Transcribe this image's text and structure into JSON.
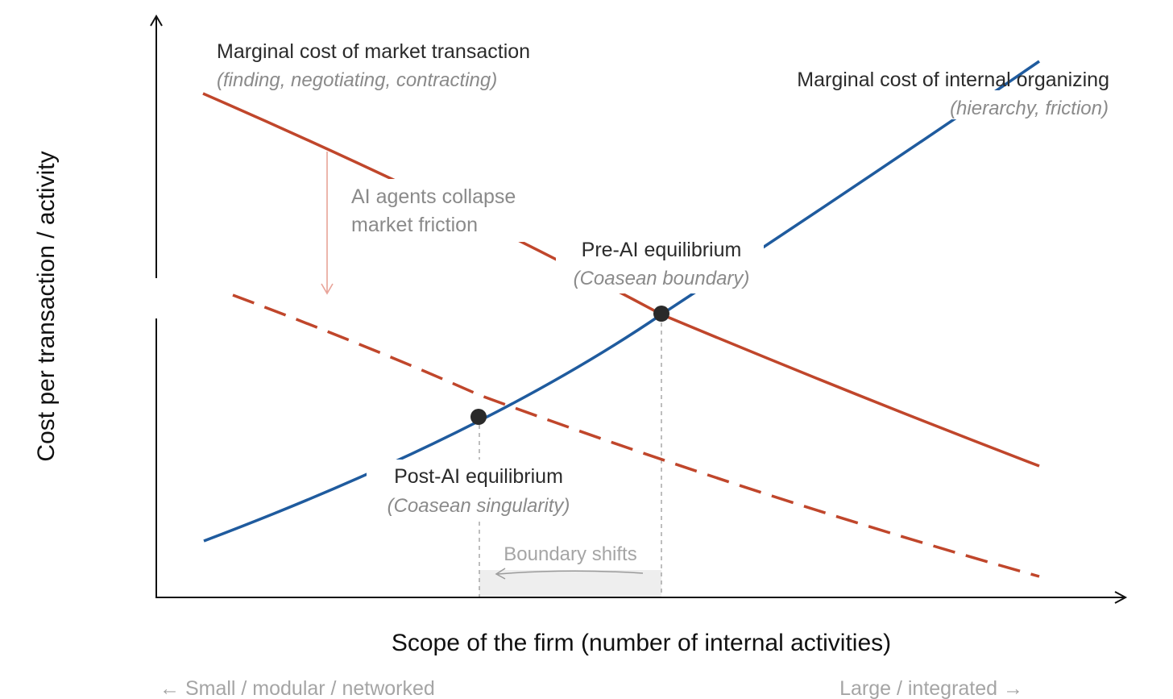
{
  "chart_data": {
    "type": "line",
    "ylabel": "Cost per transaction / activity",
    "xlabel": "Scope of the firm (number of internal activities)",
    "x_left_hint": "← Small / modular / networked",
    "x_right_hint": "Large / integrated →",
    "series": [
      {
        "name": "Marginal cost of market transaction",
        "subtitle": "(finding, negotiating, contracting)",
        "style": "solid",
        "color": "#c0462b"
      },
      {
        "name": "Marginal cost of internal organizing",
        "subtitle": "(hierarchy, friction)",
        "style": "solid",
        "color": "#1f5b9e"
      },
      {
        "name": "",
        "style": "dashed",
        "color": "#c0462b"
      }
    ],
    "annotations": {
      "shift_line1": "AI agents collapse",
      "shift_line2": "market friction",
      "pre_title": "Pre-AI equilibrium",
      "pre_sub": "(Coasean boundary)",
      "post_title": "Post-AI equilibrium",
      "post_sub": "(Coasean singularity)",
      "boundary": "Boundary shifts"
    },
    "colors": {
      "market": "#c0462b",
      "internal": "#1f5b9e",
      "arrow": "#e8a398",
      "axis": "#111111",
      "guide": "#9a9a9a",
      "point": "#2a2a2a",
      "shade": "#eeeeee"
    }
  }
}
